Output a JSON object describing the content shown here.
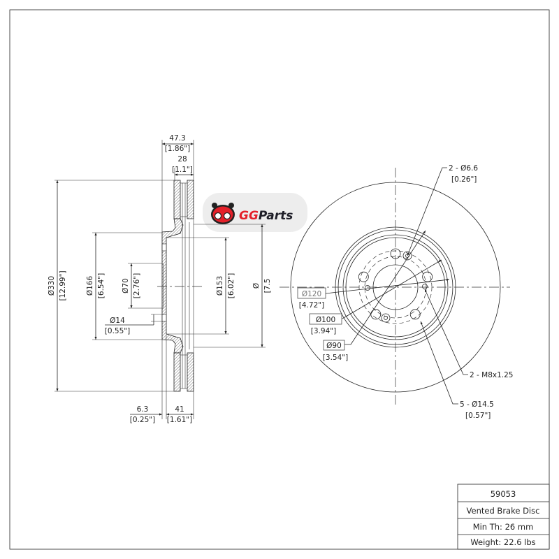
{
  "side_view": {
    "overall_width": {
      "mm": "47.3",
      "in": "[1.86\"]"
    },
    "rotor_thickness": {
      "mm": "28",
      "in": "[1.1\"]"
    },
    "outer_diameter": {
      "mm": "Ø330",
      "in": "[12.99\"]"
    },
    "hat_diameter": {
      "mm": "Ø166",
      "in": "[6.54\"]"
    },
    "center_bore": {
      "mm": "Ø70",
      "in": "[2.76\"]"
    },
    "stud_hole": {
      "mm": "Ø14",
      "in": "[0.55\"]"
    },
    "inner_diameter": {
      "mm": "Ø153",
      "in": "[6.02\"]"
    },
    "obscured_diameter": {
      "mm": "Ø",
      "in": "[7.5"
    },
    "flange_thickness": {
      "mm": "6.3",
      "in": "[0.25\"]"
    },
    "hat_height": {
      "mm": "41",
      "in": "[1.61\"]"
    }
  },
  "front_view": {
    "small_holes": {
      "label": "2 - Ø6.6",
      "in": "[0.26\"]"
    },
    "threaded_holes": {
      "label": "2 - M8x1.25"
    },
    "lug_holes": {
      "label": "5 - Ø14.5",
      "in": "[0.57\"]"
    },
    "bolt_circle_120": {
      "mm": "Ø120",
      "in": "[4.72\"]"
    },
    "bolt_circle_100": {
      "mm": "Ø100",
      "in": "[3.94\"]"
    },
    "bore_90": {
      "mm": "Ø90",
      "in": "[3.54\"]"
    }
  },
  "logo": {
    "text_gg": "GG",
    "text_parts": "Parts",
    "brand_color": "#e4202a"
  },
  "title_block": {
    "part_number": "59053",
    "description": "Vented Brake Disc",
    "min_thickness": "Min Th: 26 mm",
    "weight": "Weight: 22.6 lbs"
  }
}
